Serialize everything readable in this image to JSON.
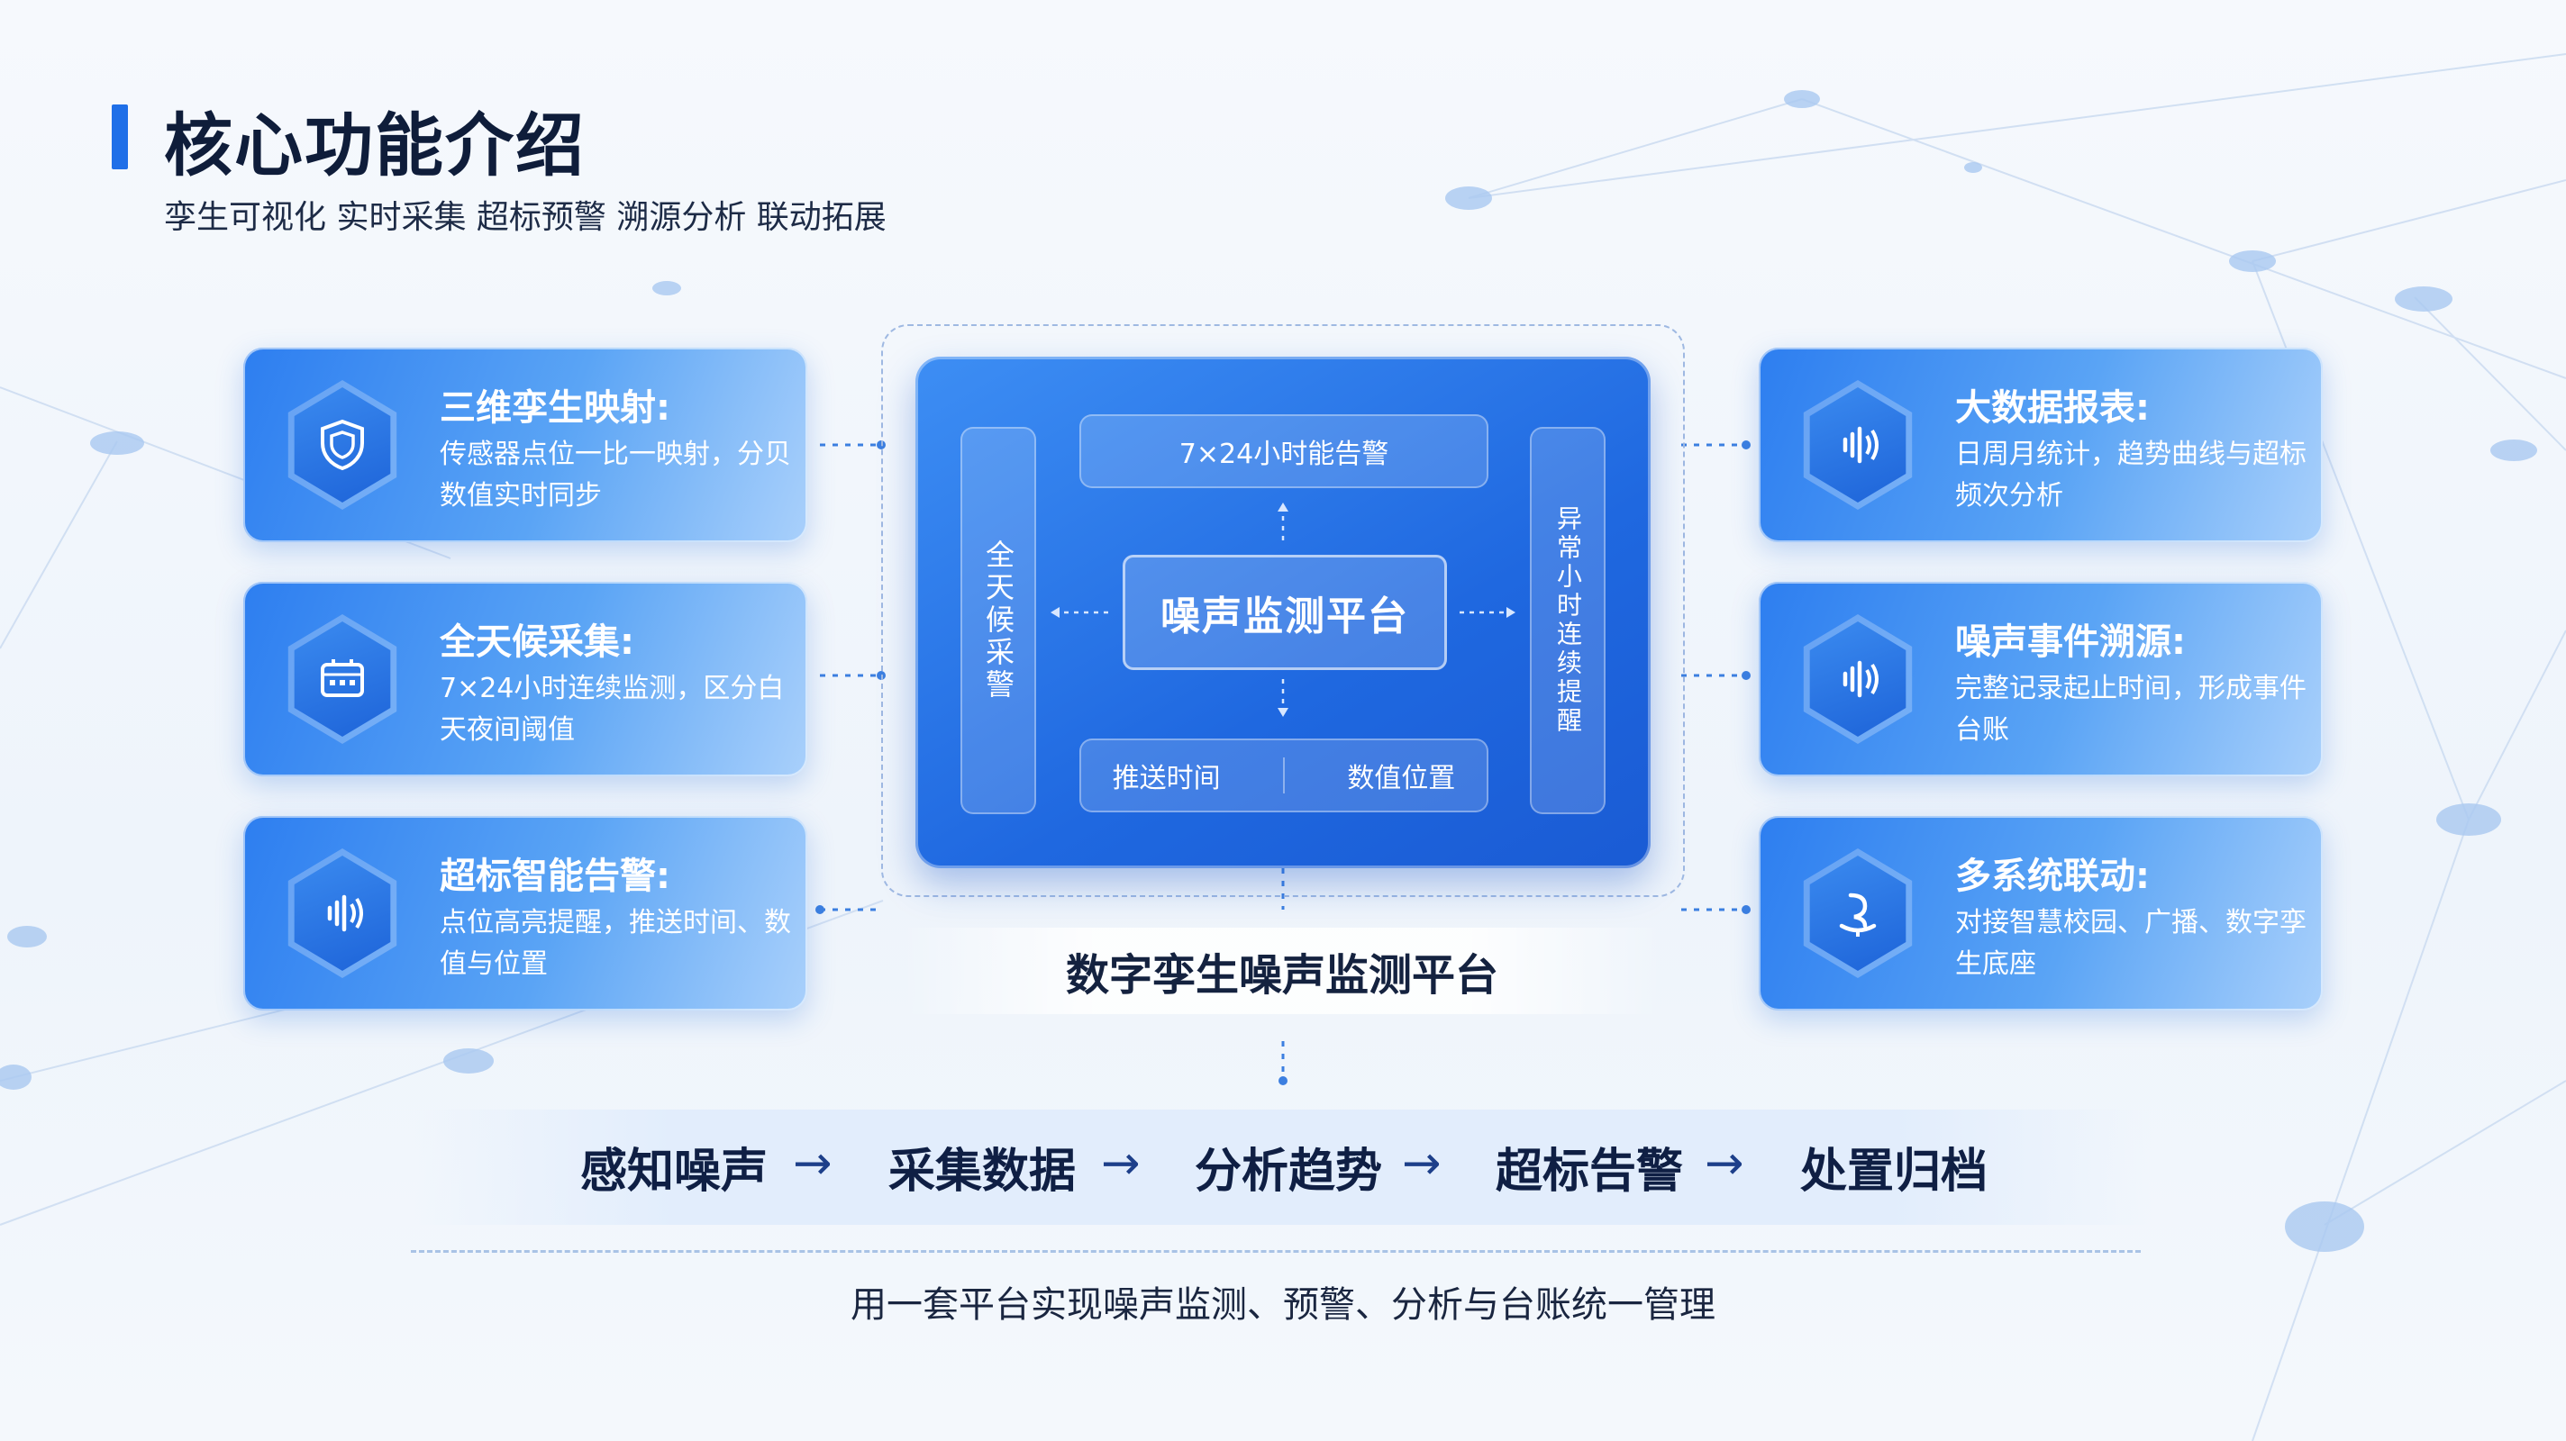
{
  "page": {
    "title": "核心功能介绍",
    "subtitle": "孪生可视化 实时采集 超标预警 溯源分析 联动拓展",
    "accent_color": "#1f6fe8"
  },
  "left_cards": [
    {
      "icon": "shield-icon",
      "title": "三维孪生映射:",
      "desc": "传感器点位一比一映射，分贝数值实时同步"
    },
    {
      "icon": "collector-device-icon",
      "title": "全天候采集:",
      "desc": "7×24小时连续监测，区分白天夜间阈值"
    },
    {
      "icon": "sound-wave-icon",
      "title": "超标智能告警:",
      "desc": "点位高亮提醒，推送时间、数值与位置"
    }
  ],
  "right_cards": [
    {
      "icon": "sound-wave-icon",
      "title": "大数据报表:",
      "desc": "日周月统计，趋势曲线与超标频次分析"
    },
    {
      "icon": "sound-wave-icon",
      "title": "噪声事件溯源:",
      "desc": "完整记录起止时间，形成事件台账"
    },
    {
      "icon": "linkage-icon",
      "title": "多系统联动:",
      "desc": "对接智慧校园、广播、数字孪生底座"
    }
  ],
  "center": {
    "top_box": "7×24小时能告警",
    "left_box": "全天候采警",
    "right_box": "异常小时连续提醒",
    "core": "噪声监测平台",
    "bottom_left": "推送时间",
    "bottom_right": "数值位置",
    "platform_label": "数字孪生噪声监测平台"
  },
  "flow": {
    "steps": [
      "感知噪声",
      "采集数据",
      "分析趋势",
      "超标告警",
      "处置归档"
    ],
    "arrow": "→"
  },
  "footer": "用一套平台实现噪声监测、预警、分析与台账统一管理"
}
